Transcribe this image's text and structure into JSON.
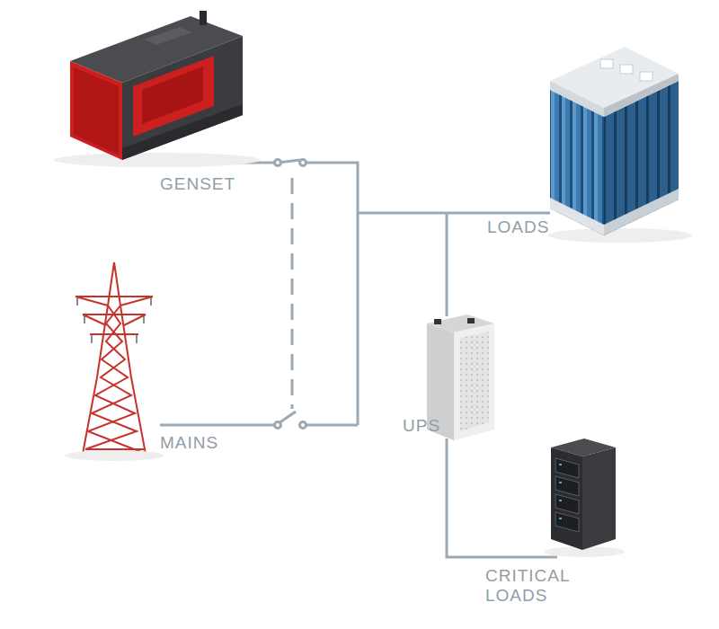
{
  "diagram": {
    "labels": [
      "GENSET",
      "MAINS",
      "LOADS",
      "UPS",
      "CRITICAL LOADS"
    ]
  }
}
